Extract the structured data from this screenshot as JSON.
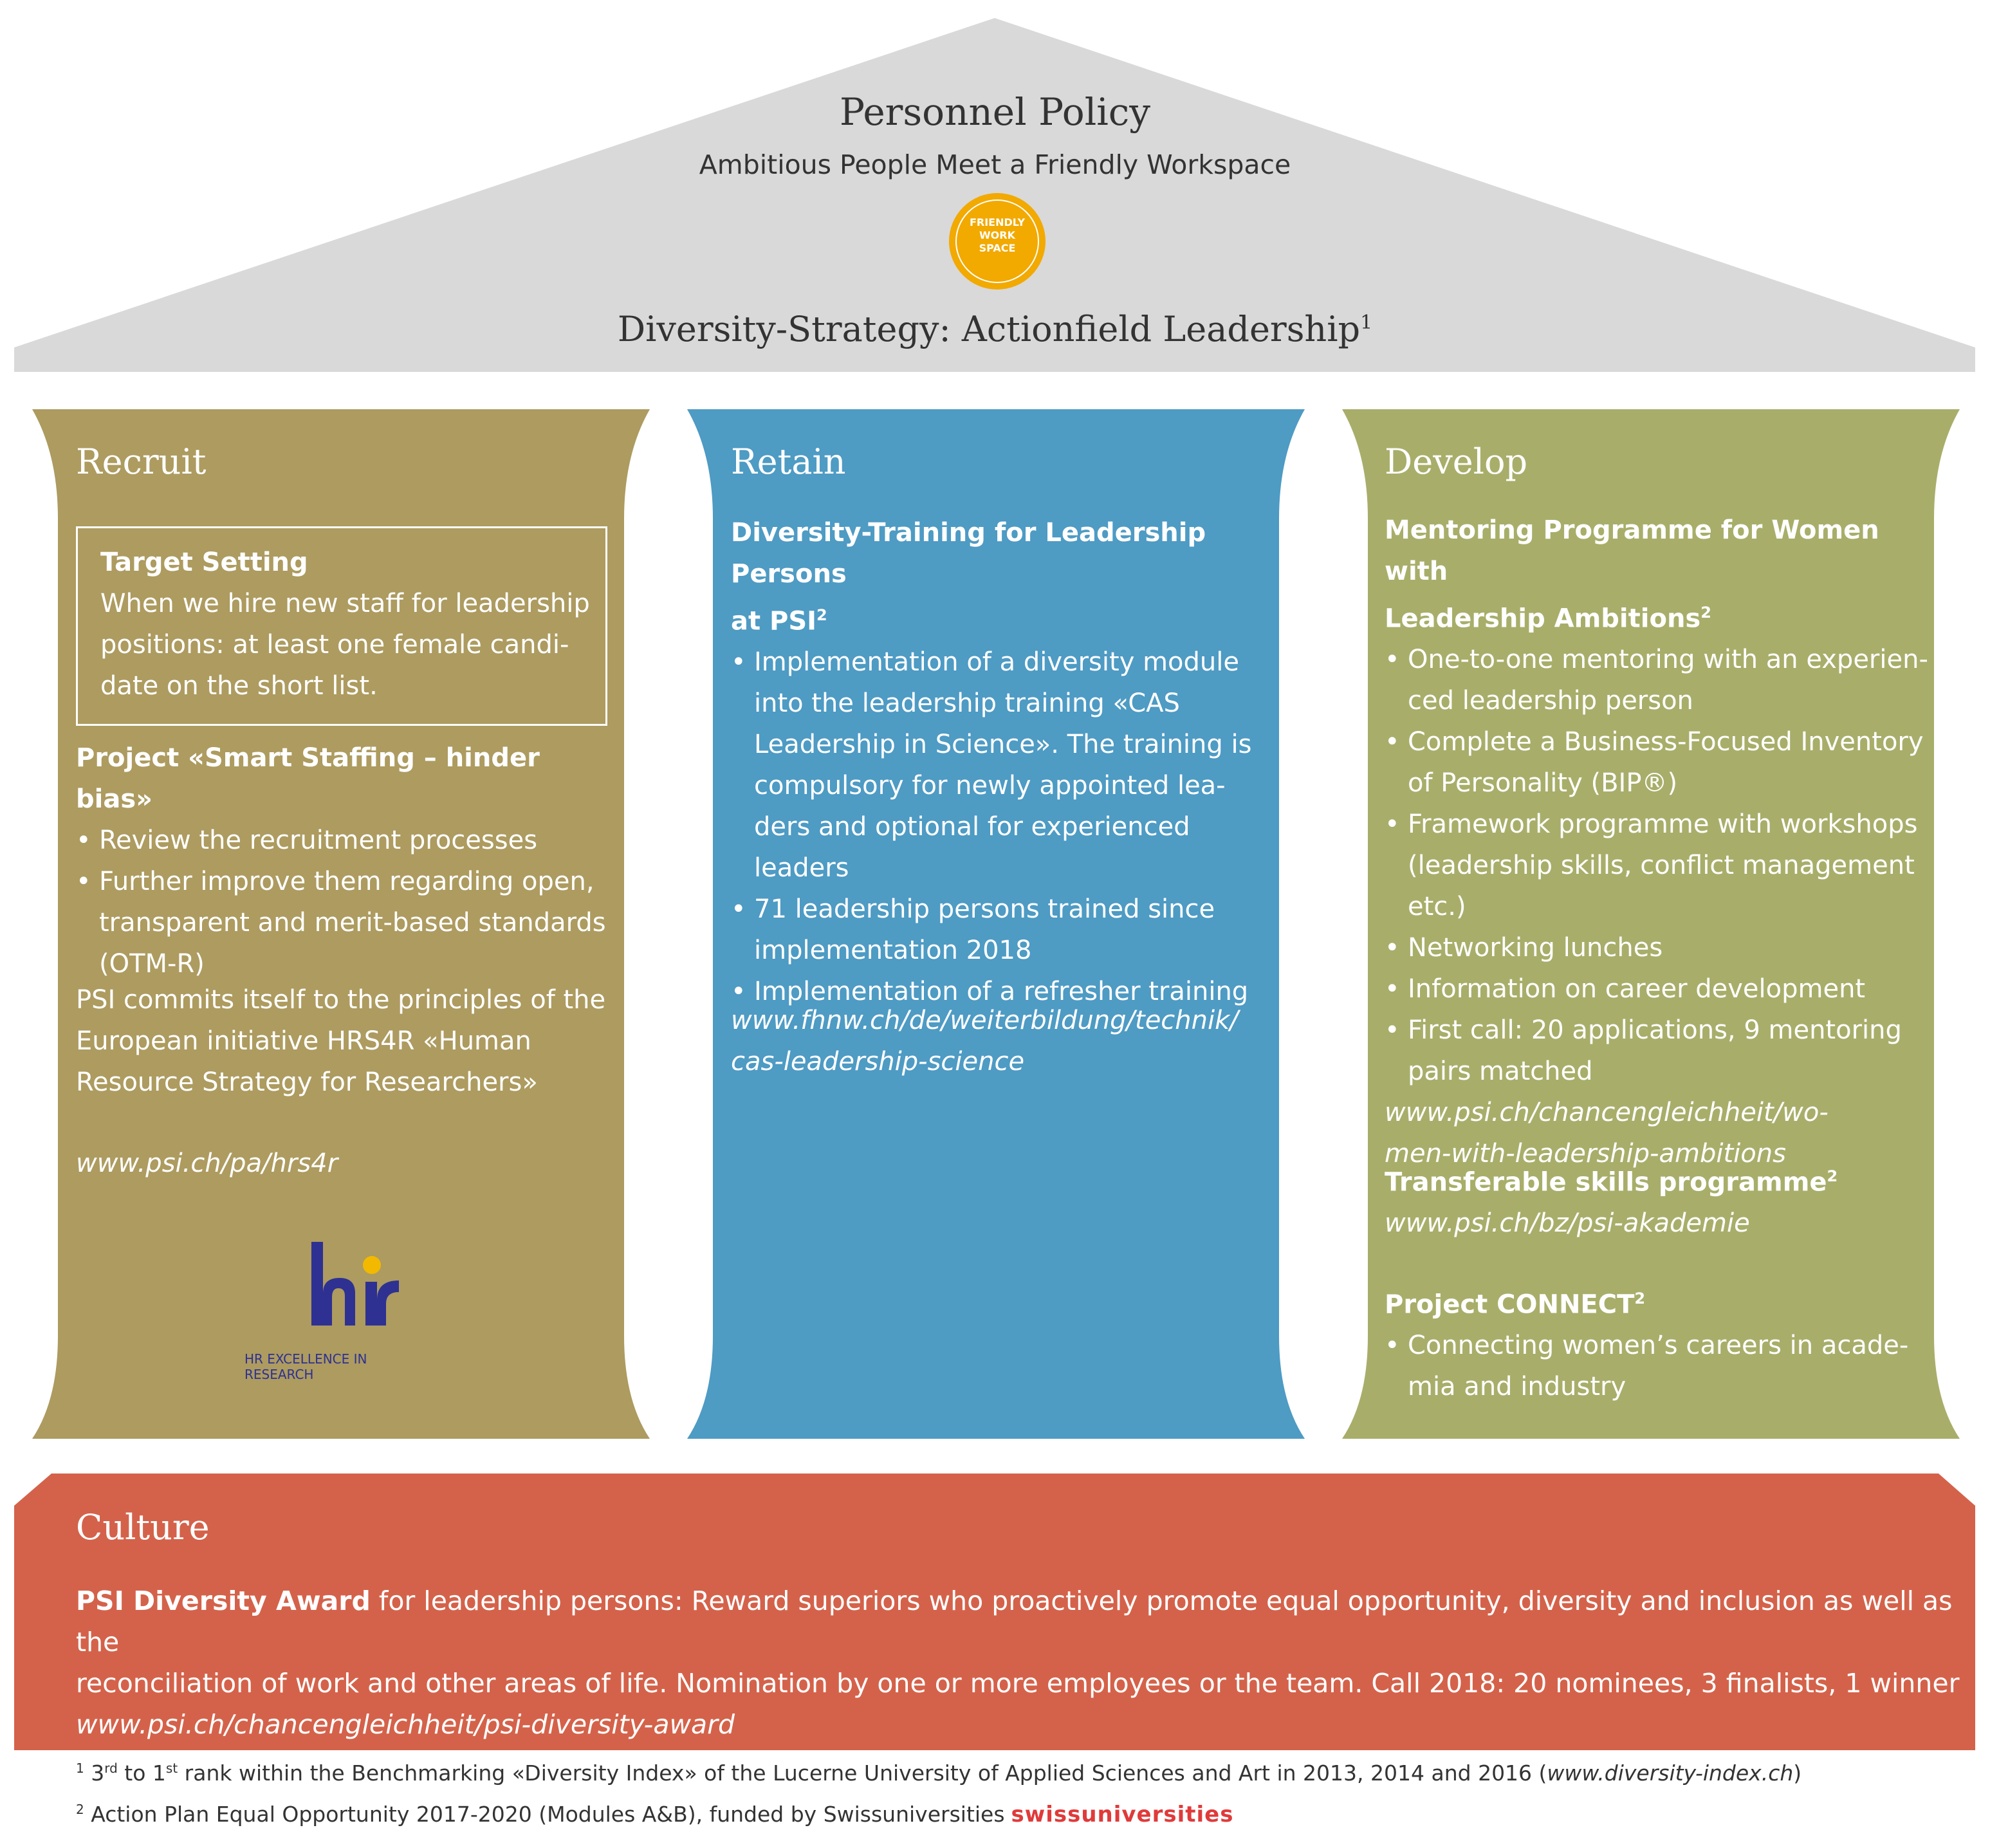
{
  "colors": {
    "roof": "#d9d9d9",
    "recruit": "#ad9b60",
    "retain": "#4e9bc4",
    "develop": "#a8ae6a",
    "culture": "#d4624a",
    "badge": "#f2a900"
  },
  "roof": {
    "title": "Personnel Policy",
    "subtitle": "Ambitious People Meet a Friendly Workspace",
    "badge_lines": [
      "FRIENDLY",
      "WORK",
      "SPACE"
    ],
    "strategy": "Diversity-Strategy: Actionfield Leadership",
    "strategy_note": "1"
  },
  "recruit": {
    "title": "Recruit",
    "target_heading": "Target Setting",
    "target_lines": [
      "When we hire new staff for leadership",
      "positions: at least one female candi-",
      "date on the short list."
    ],
    "project_heading": "Project «Smart Staffing – hinder bias»",
    "bullets": [
      [
        "Review the recruitment processes"
      ],
      [
        "Further improve them regarding open,",
        "transparent and merit-based standards",
        "(OTM-R)"
      ]
    ],
    "commit_lines": [
      "PSI commits itself to the principles of the",
      "European initiative HRS4R «Human",
      "Resource Strategy for Researchers»"
    ],
    "link": "www.psi.ch/pa/hrs4r",
    "logo_caption": "HR EXCELLENCE IN RESEARCH"
  },
  "retain": {
    "title": "Retain",
    "heading_lines": [
      "Diversity-Training for Leadership Persons",
      "at PSI"
    ],
    "heading_note": "2",
    "bullets": [
      [
        "Implementation of a diversity module",
        "into the leadership training «CAS",
        "Leadership in Science». The training is",
        "compulsory for newly appointed lea-",
        "ders and optional for experienced",
        "leaders"
      ],
      [
        "71 leadership persons trained since",
        "implementation 2018"
      ],
      [
        "Implementation of a refresher training"
      ]
    ],
    "link_lines": [
      "www.fhnw.ch/de/weiterbildung/technik/",
      "cas-leadership-science"
    ]
  },
  "develop": {
    "title": "Develop",
    "heading_lines": [
      "Mentoring Programme for Women with",
      "Leadership Ambitions"
    ],
    "heading_note": "2",
    "bullets": [
      [
        "One-to-one mentoring with an experien-",
        "ced leadership person"
      ],
      [
        "Complete a Business-Focused Inventory",
        "of Personality (BIP®)"
      ],
      [
        "Framework programme with workshops",
        "(leadership skills, conflict management",
        "etc.)"
      ],
      [
        "Networking lunches"
      ],
      [
        "Information on career development"
      ],
      [
        "First call: 20 applications, 9 mentoring",
        "pairs matched"
      ]
    ],
    "link_lines": [
      "www.psi.ch/chancengleichheit/wo-",
      "men-with-leadership-ambitions"
    ],
    "skills_heading": "Transferable skills programme",
    "skills_note": "2",
    "skills_link": "www.psi.ch/bz/psi-akademie",
    "connect_heading": "Project CONNECT",
    "connect_note": "2",
    "connect_bullet": [
      "Connecting women’s careers in acade-",
      "mia and industry"
    ]
  },
  "culture": {
    "title": "Culture",
    "award_bold": "PSI Diversity Award",
    "line1_rest": " for leadership persons: Reward superiors who proactively promote equal opportunity, diversity and inclusion as well as the",
    "line2": "reconciliation of work and other areas of life. Nomination by one or more employees or the team. Call 2018: 20 nominees, 3 finalists, 1 winner",
    "link": "www.psi.ch/chancengleichheit/psi-diversity-award"
  },
  "footnotes": {
    "f1_num": "1",
    "f1_a": "3",
    "f1_a_sup": "rd",
    "f1_b": " to 1",
    "f1_b_sup": "st",
    "f1_c": " rank within the Benchmarking «Diversity Index» of the Lucerne University of Applied Sciences and Art in 2013, 2014 and 2016 (",
    "f1_link": "www.diversity-index.ch",
    "f1_end": ")",
    "f2_num": "2",
    "f2_text": " Action Plan Equal Opportunity 2017-2020 (Modules A&B), funded by Swissuniversities",
    "f2_logo": "swissuniversities"
  }
}
